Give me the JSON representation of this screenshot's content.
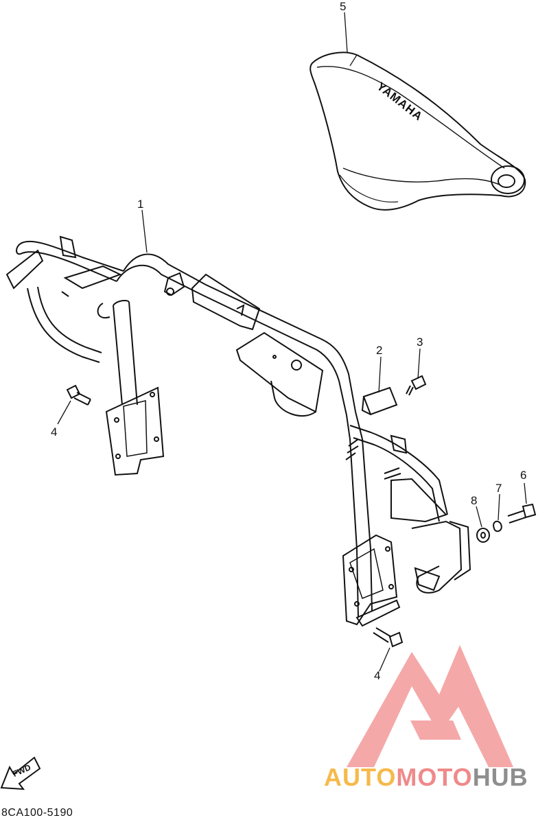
{
  "callouts": [
    {
      "id": "1",
      "label": "1"
    },
    {
      "id": "2",
      "label": "2"
    },
    {
      "id": "3",
      "label": "3"
    },
    {
      "id": "4a",
      "label": "4"
    },
    {
      "id": "4b",
      "label": "4"
    },
    {
      "id": "5",
      "label": "5"
    },
    {
      "id": "6",
      "label": "6"
    },
    {
      "id": "7",
      "label": "7"
    },
    {
      "id": "8",
      "label": "8"
    }
  ],
  "seat_logo_text": "YAMAHA",
  "fwd_label": "FWD",
  "part_code": "8CA100-5190",
  "watermark": {
    "part1": "AUTO",
    "part2": "MOTO",
    "part3": "HUB",
    "colors": {
      "auto": "#f6b94a",
      "moto": "#ef8a8a",
      "hub": "#8e8e8e",
      "logo": "#f07b7b"
    }
  }
}
